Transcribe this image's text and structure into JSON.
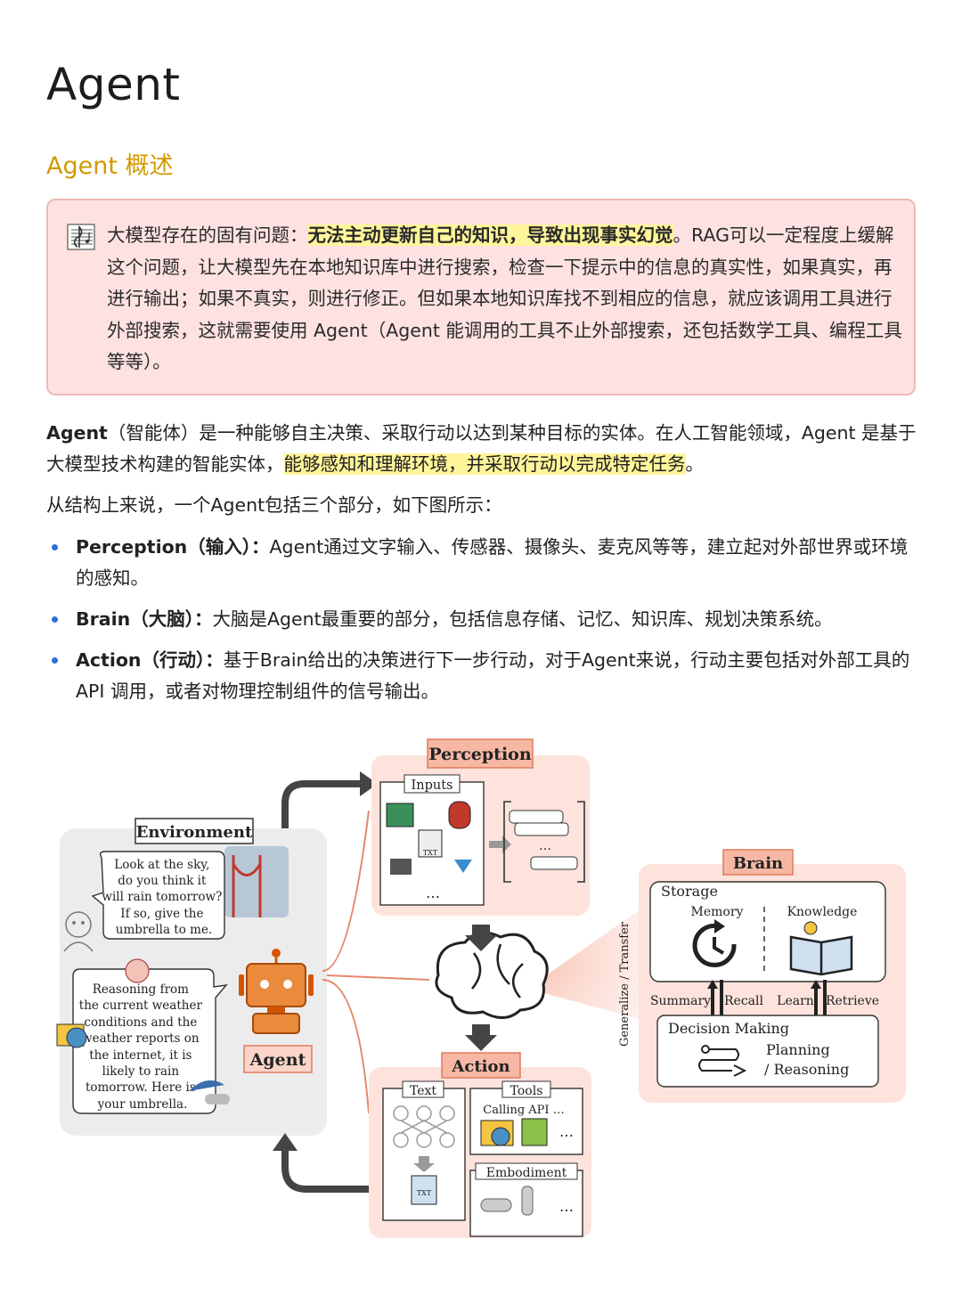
{
  "title": "Agent",
  "subtitle": "Agent 概述",
  "callout": {
    "icon": "music-score-icon",
    "text_before": "大模型存在的固有问题：",
    "text_highlight": "无法主动更新自己的知识，导致出现事实幻觉",
    "text_after": "。RAG可以一定程度上缓解这个问题，让大模型先在本地知识库中进行搜索，检查一下提示中的信息的真实性，如果真实，再进行输出；如果不真实，则进行修正。但如果本地知识库找不到相应的信息，就应该调用工具进行外部搜索，这就需要使用 Agent（Agent 能调用的工具不止外部搜索，还包括数学工具、编程工具等等）。"
  },
  "intro": {
    "term": "Agent",
    "text_before": "（智能体）是一种能够自主决策、采取行动以达到某种目标的实体。在人工智能领域，Agent 是基于大模型技术构建的智能实体，",
    "text_highlight": "能够感知和理解环境，并采取行动以完成特定任务",
    "text_after": "。"
  },
  "structure_intro": "从结构上来说，一个Agent包括三个部分，如下图所示：",
  "bullets": [
    {
      "term": "Perception（输入）：",
      "text": "Agent通过文字输入、传感器、摄像头、麦克风等等，建立起对外部世界或环境的感知。"
    },
    {
      "term": "Brain（大脑）：",
      "text": "大脑是Agent最重要的部分，包括信息存储、记忆、知识库、规划决策系统。"
    },
    {
      "term": "Action（行动）：",
      "text": "基于Brain给出的决策进行下一步行动，对于Agent来说，行动主要包括对外部工具的API 调用，或者对物理控制组件的信号输出。"
    }
  ],
  "figure": {
    "environment": "Environment",
    "speech1": [
      "Look at the sky,",
      "do you think it",
      "will rain tomorrow?",
      "If so, give the",
      "umbrella to me."
    ],
    "speech2": [
      "Reasoning from",
      "the current weather",
      "conditions and the",
      "weather reports on",
      "the internet, it is",
      "likely to rain",
      "tomorrow. Here is",
      "your umbrella."
    ],
    "agent": "Agent",
    "perception": "Perception",
    "inputs": "Inputs",
    "brain": "Brain",
    "storage": "Storage",
    "memory": "Memory",
    "knowledge": "Knowledge",
    "summary": "Summary",
    "recall": "Recall",
    "learn": "Learn",
    "retrieve": "Retrieve",
    "decision_making": "Decision Making",
    "planning": "Planning",
    "reasoning": "/ Reasoning",
    "generalize": "Generalize / Transfer",
    "action": "Action",
    "text": "Text",
    "tools": "Tools",
    "calling_api": "Calling API …",
    "embodiment": "Embodiment",
    "txt_label": "TXT",
    "ellipsis": "…"
  }
}
